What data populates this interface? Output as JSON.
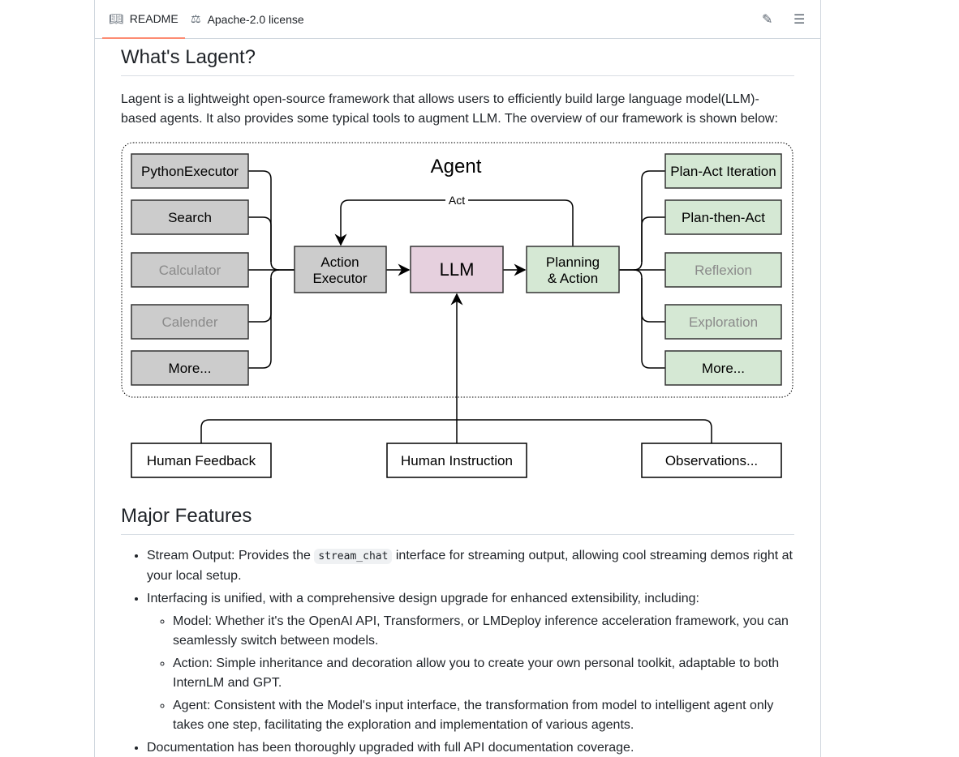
{
  "tabs": [
    {
      "label": "README",
      "icon": "book-icon"
    },
    {
      "label": "Apache-2.0 license",
      "icon": "scale-icon"
    }
  ],
  "toolbar": {
    "edit_icon": "pencil-icon",
    "outline_icon": "list-icon"
  },
  "section1": {
    "title": "What's Lagent?",
    "text": "Lagent is a lightweight open-source framework that allows users to efficiently build large language model(LLM)-based agents. It also provides some typical tools to augment LLM. The overview of our framework is shown below:"
  },
  "diagram": {
    "title": "Agent",
    "act": "Act",
    "tools": [
      "PythonExecutor",
      "Search",
      "Calculator",
      "Calender",
      "More..."
    ],
    "executor": [
      "Action",
      "Executor"
    ],
    "llm": "LLM",
    "planning": [
      "Planning",
      "& Action"
    ],
    "plans": [
      "Plan-Act Iteration",
      "Plan-then-Act",
      "Reflexion",
      "Exploration",
      "More..."
    ],
    "inputs": [
      "Human Feedback",
      "Human Instruction",
      "Observations..."
    ],
    "colors": {
      "tool": "#cccccc",
      "llm": "#e6d0de",
      "plan": "#d5e8d4"
    }
  },
  "section2": {
    "title": "Major Features",
    "f1_pre": "Stream Output: Provides the ",
    "f1_code": "stream_chat",
    "f1_post": " interface for streaming output, allowing cool streaming demos right at your local setup.",
    "f2": "Interfacing is unified, with a comprehensive design upgrade for enhanced extensibility, including:",
    "f2_sub": [
      "Model: Whether it's the OpenAI API, Transformers, or LMDeploy inference acceleration framework, you can seamlessly switch between models.",
      "Action: Simple inheritance and decoration allow you to create your own personal toolkit, adaptable to both InternLM and GPT.",
      "Agent: Consistent with the Model's input interface, the transformation from model to intelligent agent only takes one step, facilitating the exploration and implementation of various agents."
    ],
    "f3": "Documentation has been thoroughly upgraded with full API documentation coverage."
  }
}
